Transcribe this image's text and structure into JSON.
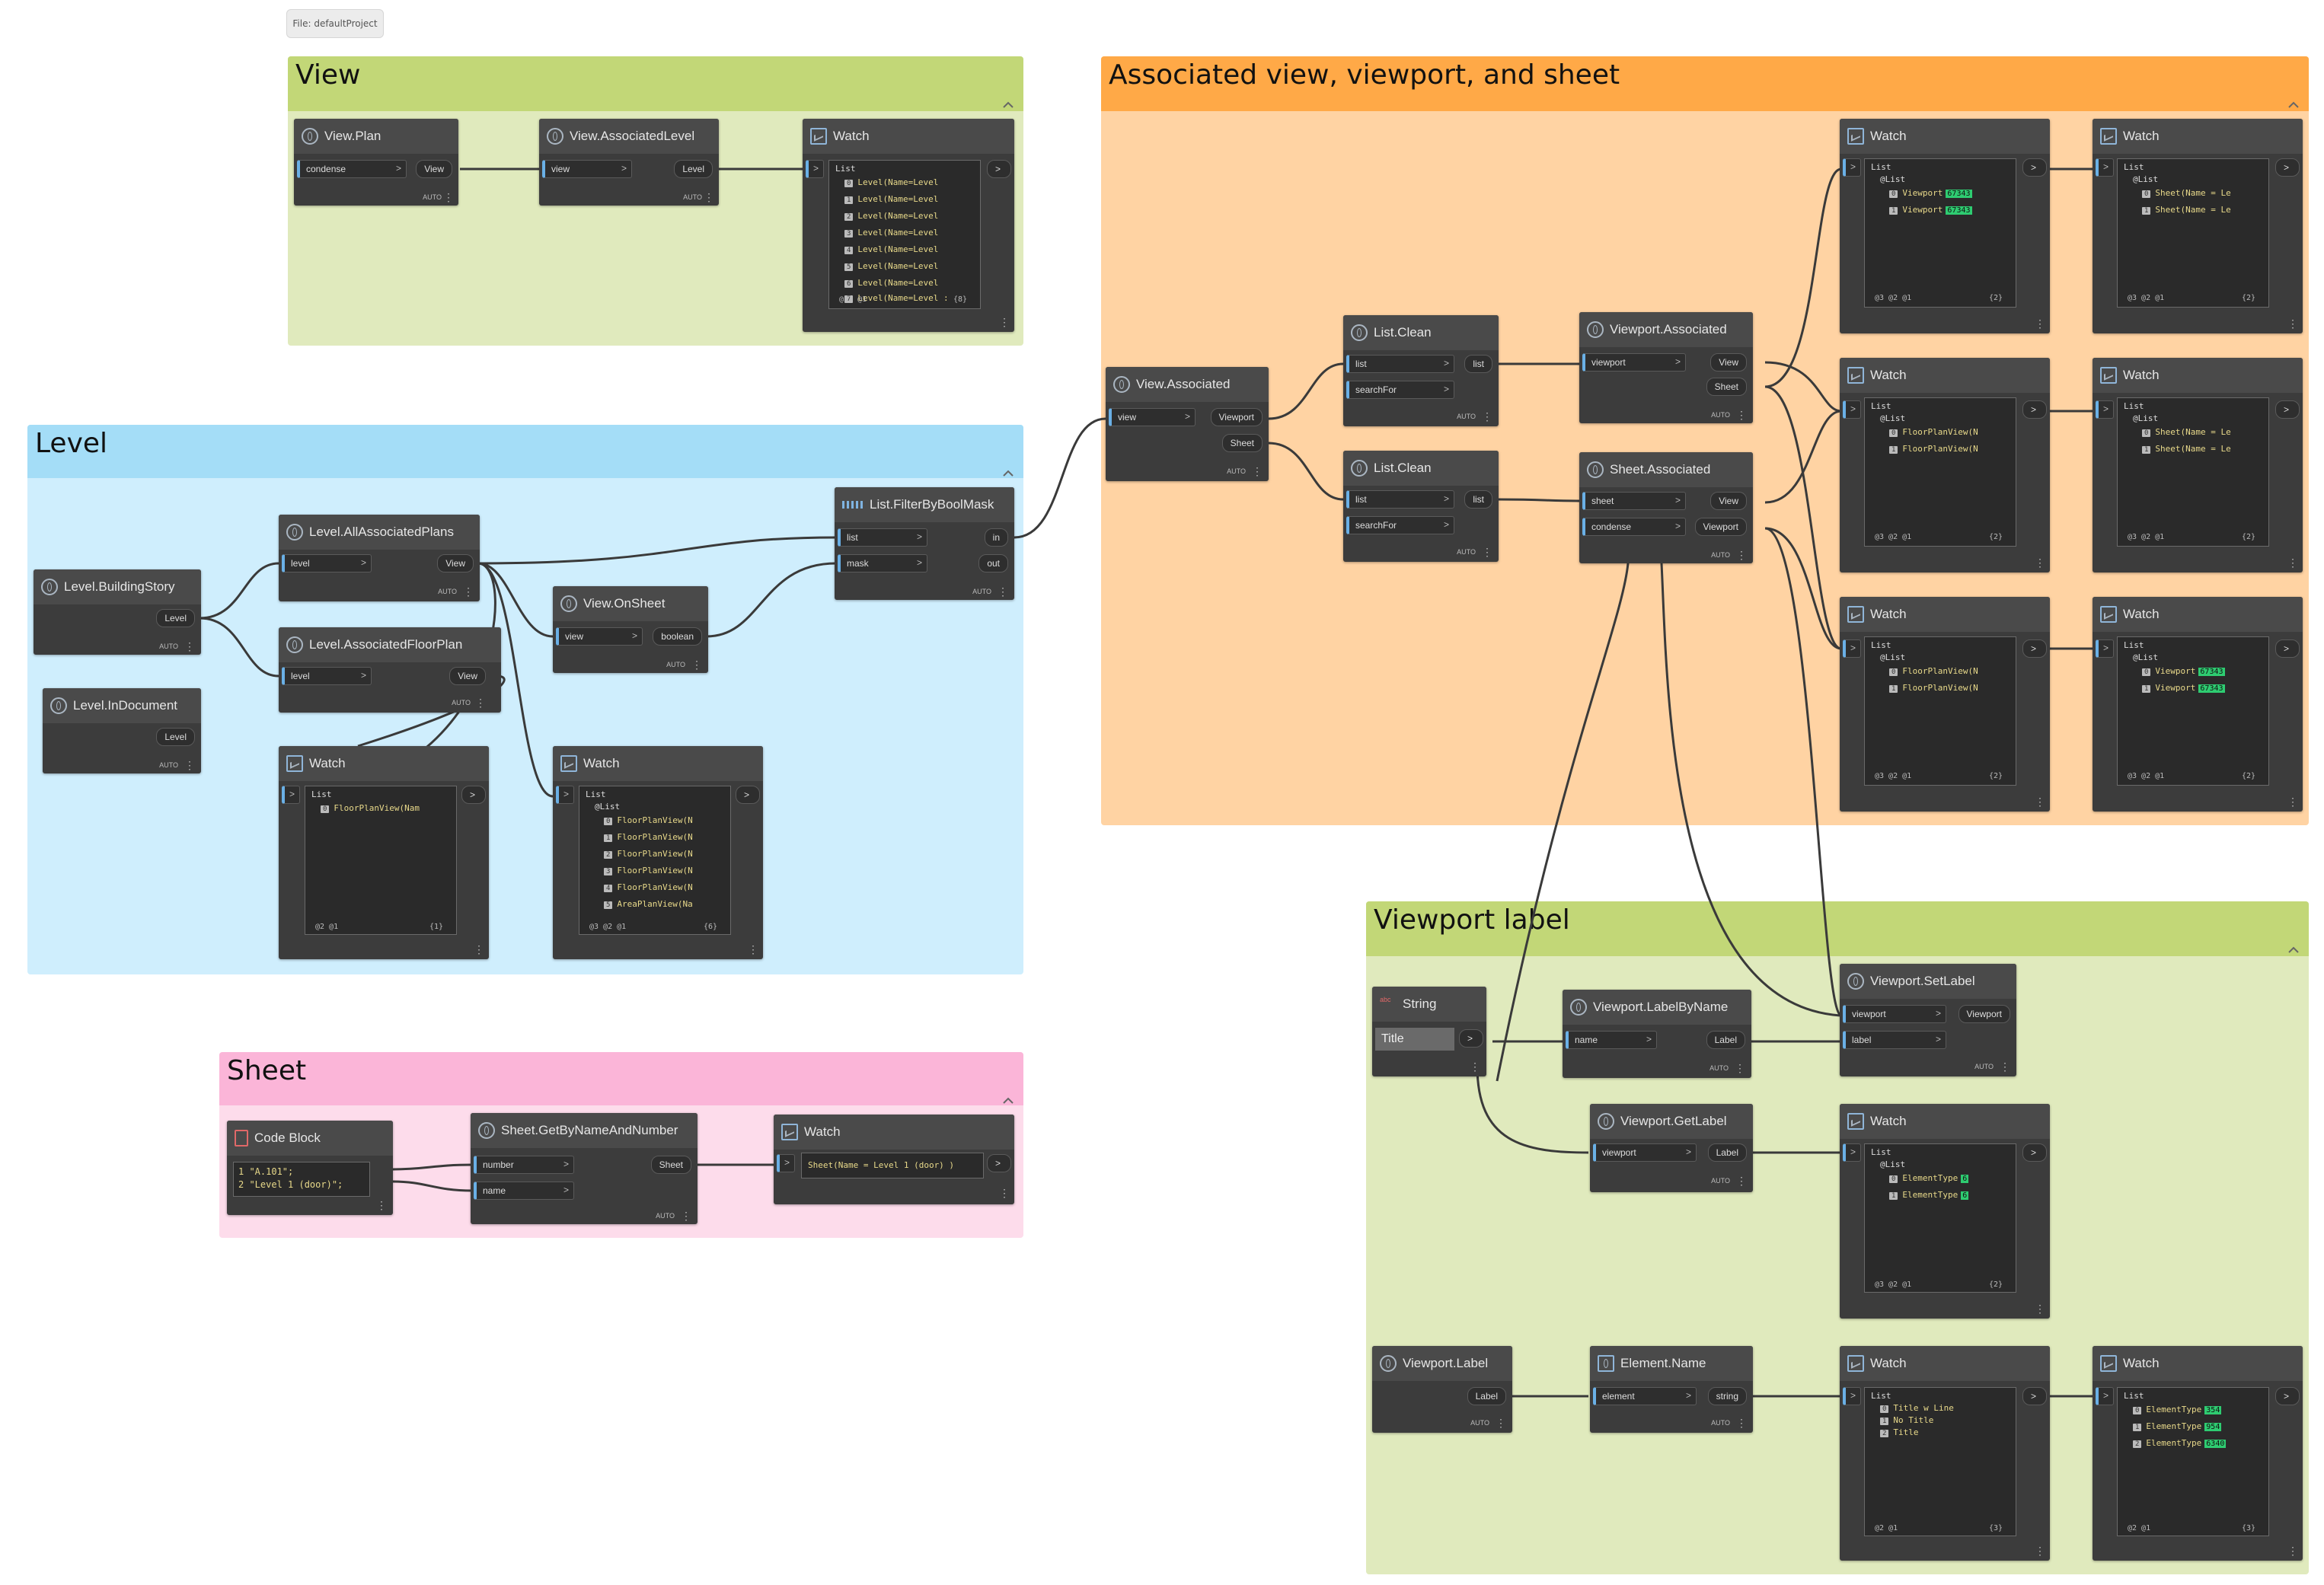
{
  "file_label": "File: defaultProject",
  "colors": {
    "view": "#c2d777",
    "level": "#a4ddf7",
    "sheet": "#fbb5d8",
    "assoc": "#ffa947",
    "label": "#c2d777",
    "node_body": "#3c3c3c",
    "node_header": "#4a4a4a",
    "port_accent": "#6ab0e6",
    "value_highlight": "#2ecc71"
  },
  "groups": {
    "view": "View",
    "level": "Level",
    "sheet": "Sheet",
    "assoc": "Associated view, viewport, and sheet",
    "label": "Viewport label"
  },
  "collapse_icon": "chevron-up-icon",
  "n": {
    "view_plan": {
      "title": "View.Plan",
      "in1": "condense",
      "out1": "View"
    },
    "view_assoc_level": {
      "title": "View.AssociatedLevel",
      "in1": "view",
      "out1": "Level"
    },
    "level_building_story": {
      "title": "Level.BuildingStory",
      "out1": "Level"
    },
    "level_in_document": {
      "title": "Level.InDocument",
      "out1": "Level"
    },
    "level_all_plans": {
      "title": "Level.AllAssociatedPlans",
      "in1": "level",
      "out1": "View"
    },
    "level_floor_plan": {
      "title": "Level.AssociatedFloorPlan",
      "in1": "level",
      "out1": "View"
    },
    "view_on_sheet": {
      "title": "View.OnSheet",
      "in1": "view",
      "out1": "boolean"
    },
    "filter_bool": {
      "title": "List.FilterByBoolMask",
      "in1": "list",
      "in2": "mask",
      "out1": "in",
      "out2": "out"
    },
    "view_associated": {
      "title": "View.Associated",
      "in1": "view",
      "out1": "Viewport",
      "out2": "Sheet"
    },
    "list_clean_1": {
      "title": "List.Clean",
      "in1": "list",
      "in2": "searchFor",
      "out1": "list"
    },
    "list_clean_2": {
      "title": "List.Clean",
      "in1": "list",
      "in2": "searchFor",
      "out1": "list"
    },
    "viewport_associated": {
      "title": "Viewport.Associated",
      "in1": "viewport",
      "out1": "View",
      "out2": "Sheet"
    },
    "sheet_associated": {
      "title": "Sheet.Associated",
      "in1": "sheet",
      "in2": "condense",
      "out1": "View",
      "out2": "Viewport"
    },
    "code_block": {
      "title": "Code Block",
      "line1": "1 \"A.101\";",
      "line2": "2 \"Level 1 (door)\";"
    },
    "sheet_by_name": {
      "title": "Sheet.GetByNameAndNumber",
      "in1": "number",
      "in2": "name",
      "out1": "Sheet"
    },
    "string_node": {
      "title": "String",
      "value": "Title"
    },
    "viewport_label_by_name": {
      "title": "Viewport.LabelByName",
      "in1": "name",
      "out1": "Label"
    },
    "viewport_set_label": {
      "title": "Viewport.SetLabel",
      "in1": "viewport",
      "in2": "label",
      "out1": "Viewport"
    },
    "viewport_get_label": {
      "title": "Viewport.GetLabel",
      "in1": "viewport",
      "out1": "Label"
    },
    "viewport_label": {
      "title": "Viewport.Label",
      "out1": "Label"
    },
    "element_name": {
      "title": "Element.Name",
      "in1": "element",
      "out1": "string"
    }
  },
  "common": {
    "auto": "AUTO",
    "watch": "Watch",
    "list": "List",
    "sublist": "@List",
    "more": "⋮"
  },
  "w": {
    "view_watch": {
      "lines": [
        "Level(Name=Level",
        "Level(Name=Level",
        "Level(Name=Level",
        "Level(Name=Level",
        "Level(Name=Level",
        "Level(Name=Level",
        "Level(Name=Level",
        "Level(Name=Level :"
      ],
      "idx": [
        "0",
        "1",
        "2",
        "3",
        "4",
        "5",
        "6",
        "7"
      ],
      "foot": "@L1 @1",
      "count": "{8}"
    },
    "level_watch_1": {
      "lines": [
        "FloorPlanView(Nam"
      ],
      "idx": [
        "0"
      ],
      "foot": "@2 @1",
      "count": "{1}"
    },
    "level_watch_2": {
      "lines": [
        "FloorPlanView(N",
        "FloorPlanView(N",
        "FloorPlanView(N",
        "FloorPlanView(N",
        "FloorPlanView(N",
        "AreaPlanView(Na"
      ],
      "idx": [
        "0",
        "1",
        "2",
        "3",
        "4",
        "5"
      ],
      "foot": "@3 @2 @1",
      "count": "{6}"
    },
    "sheet_watch": {
      "value": "Sheet(Name = Level 1 (door) )"
    },
    "a1": {
      "lines": [
        "Viewport",
        "Viewport"
      ],
      "vals": [
        "67343",
        "67343"
      ],
      "idx": [
        "0",
        "1"
      ],
      "foot": "@3 @2 @1",
      "count": "{2}"
    },
    "a2": {
      "lines": [
        "Sheet(Name = Le",
        "Sheet(Name = Le"
      ],
      "idx": [
        "0",
        "1"
      ],
      "foot": "@3 @2 @1",
      "count": "{2}"
    },
    "a3": {
      "lines": [
        "FloorPlanView(N",
        "FloorPlanView(N"
      ],
      "idx": [
        "0",
        "1"
      ],
      "foot": "@3 @2 @1",
      "count": "{2}"
    },
    "a4": {
      "lines": [
        "Sheet(Name = Le",
        "Sheet(Name = Le"
      ],
      "idx": [
        "0",
        "1"
      ],
      "foot": "@3 @2 @1",
      "count": "{2}"
    },
    "a5": {
      "lines": [
        "FloorPlanView(N",
        "FloorPlanView(N"
      ],
      "idx": [
        "0",
        "1"
      ],
      "foot": "@3 @2 @1",
      "count": "{2}"
    },
    "a6": {
      "lines": [
        "Viewport",
        "Viewport"
      ],
      "vals": [
        "67343",
        "67343"
      ],
      "idx": [
        "0",
        "1"
      ],
      "foot": "@3 @2 @1",
      "count": "{2}"
    },
    "l1": {
      "lines": [
        "ElementType",
        "ElementType"
      ],
      "vals": [
        "6",
        "6"
      ],
      "idx": [
        "0",
        "1"
      ],
      "foot": "@3 @2 @1",
      "count": "{2}"
    },
    "l2": {
      "lines": [
        "Title w Line",
        "No Title",
        "Title"
      ],
      "idx": [
        "0",
        "1",
        "2"
      ],
      "foot": "@2 @1",
      "count": "{3}"
    },
    "l3": {
      "lines": [
        "ElementType",
        "ElementType",
        "ElementType"
      ],
      "vals": [
        "354",
        "954",
        "6340"
      ],
      "idx": [
        "0",
        "1",
        "2"
      ],
      "foot": "@2 @1",
      "count": "{3}"
    }
  }
}
